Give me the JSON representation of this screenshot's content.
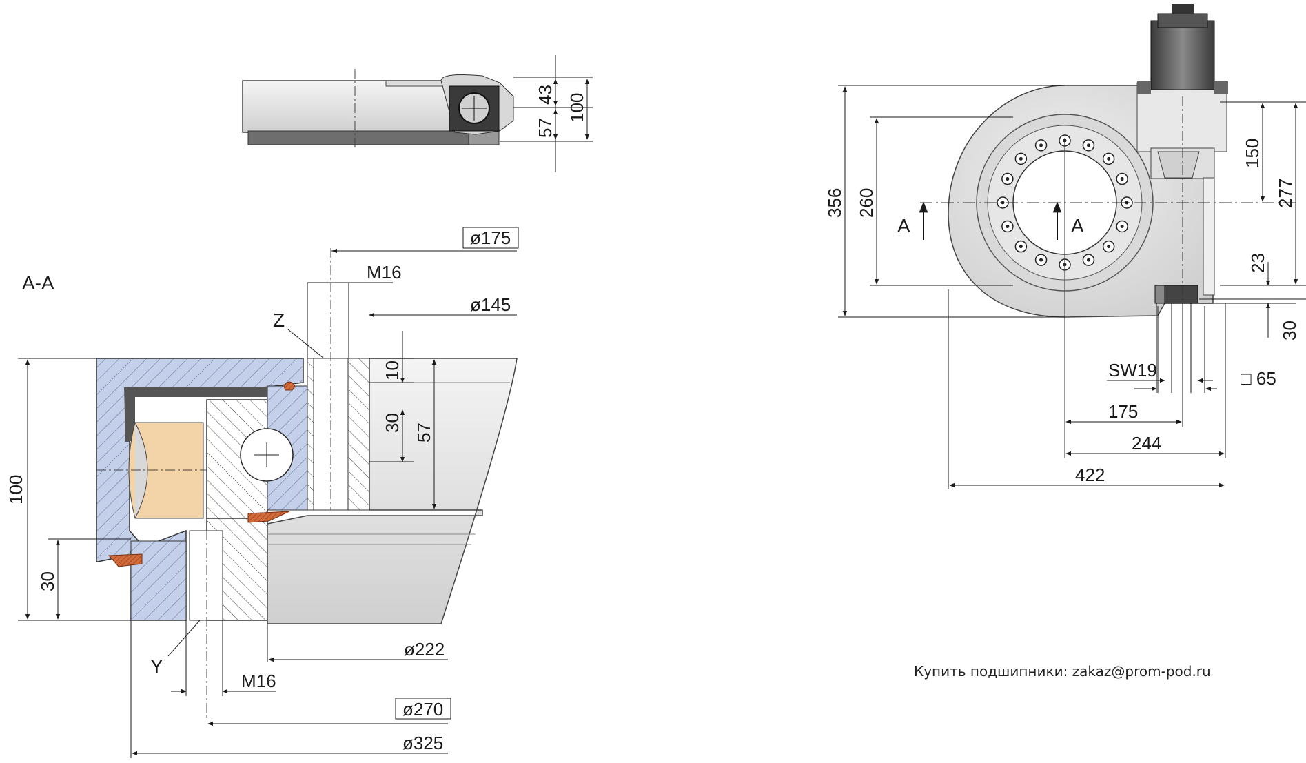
{
  "top_view": {
    "dims": {
      "d43": "43",
      "d57": "57",
      "d100": "100"
    }
  },
  "section": {
    "title": "A-A",
    "labels": {
      "z": "Z",
      "y": "Y"
    },
    "dims": {
      "d175": "ø175",
      "m16_top": "M16",
      "d145": "ø145",
      "d10": "10",
      "d30_inner": "30",
      "d57": "57",
      "d100": "100",
      "d30": "30",
      "d222": "ø222",
      "m16_bottom": "M16",
      "d270": "ø270",
      "d325": "ø325"
    },
    "colors": {
      "outer_ring": "#c4d0ea",
      "roller": "#f2d4a8",
      "inner_ring": "#ffffff",
      "seal": "#d26b3a",
      "housing": "#555555"
    }
  },
  "front_view": {
    "section_mark": "A",
    "dims": {
      "d356": "356",
      "d260": "260",
      "d150": "150",
      "d277": "277",
      "d23": "23",
      "d30": "30",
      "sw19": "SW19",
      "sq65": "□ 65",
      "d175": "175",
      "d244": "244",
      "d422": "422"
    }
  },
  "footer": {
    "note": "Купить подшипники: zakaz@prom-pod.ru"
  }
}
